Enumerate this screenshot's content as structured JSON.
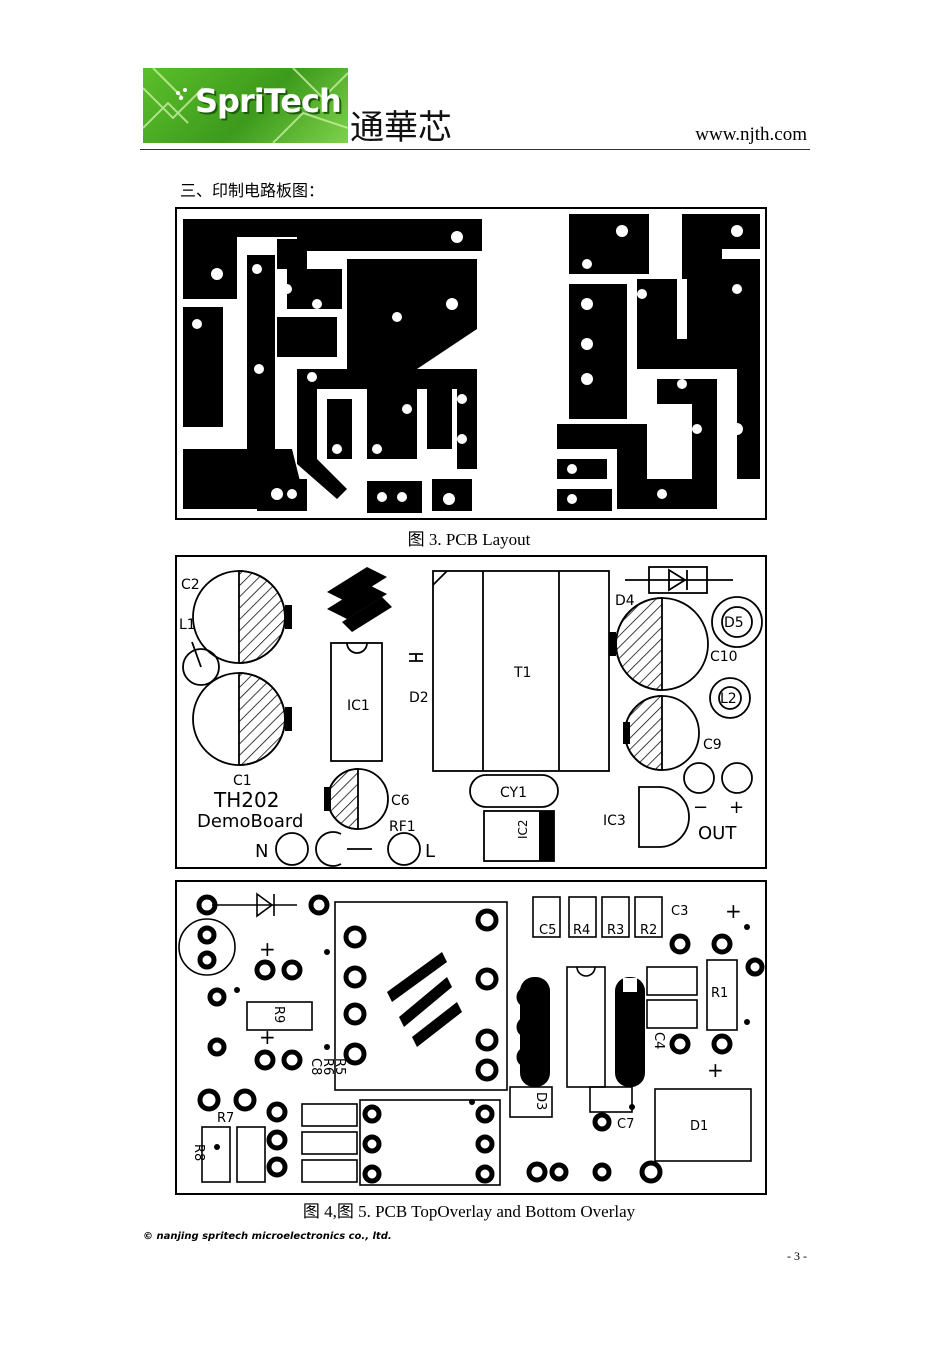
{
  "header": {
    "logo_text": "SpriTech",
    "logo_cn": "通華芯",
    "website": "www.njth.com"
  },
  "section_title": "三、印制电路板图：",
  "figures": [
    {
      "caption": "图 3. PCB Layout"
    },
    {
      "caption": "图 4,图 5. PCB TopOverlay and Bottom Overlay"
    }
  ],
  "top_overlay": {
    "labels": {
      "c2": "C2",
      "l1": "L1",
      "c1": "C1",
      "ic1": "IC1",
      "d2": "D2",
      "t1": "T1",
      "d4": "D4",
      "d5": "D5",
      "c10": "C10",
      "l2": "L2",
      "c9": "C9",
      "c6": "C6",
      "cy1": "CY1",
      "ic2": "IC2",
      "ic3": "IC3",
      "rf1": "RF1",
      "board_name": "TH202",
      "board_sub": "DemoBoard",
      "n": "N",
      "l": "L",
      "minus": "−",
      "plus": "+",
      "out": "OUT"
    }
  },
  "bottom_overlay": {
    "labels": {
      "c5": "C5",
      "r4": "R4",
      "r3": "R3",
      "r2": "R2",
      "c3": "C3",
      "r1": "R1",
      "c4": "C4",
      "r9": "R9",
      "c8": "C8",
      "r6": "R6",
      "r5": "R5",
      "r7": "R7",
      "r8": "R8",
      "d3": "D3",
      "c7": "C7",
      "d1": "D1"
    }
  },
  "footer": {
    "copyright": "©   nanjing spritech microelectronics co., ltd.",
    "page_number": "- 3 -"
  }
}
